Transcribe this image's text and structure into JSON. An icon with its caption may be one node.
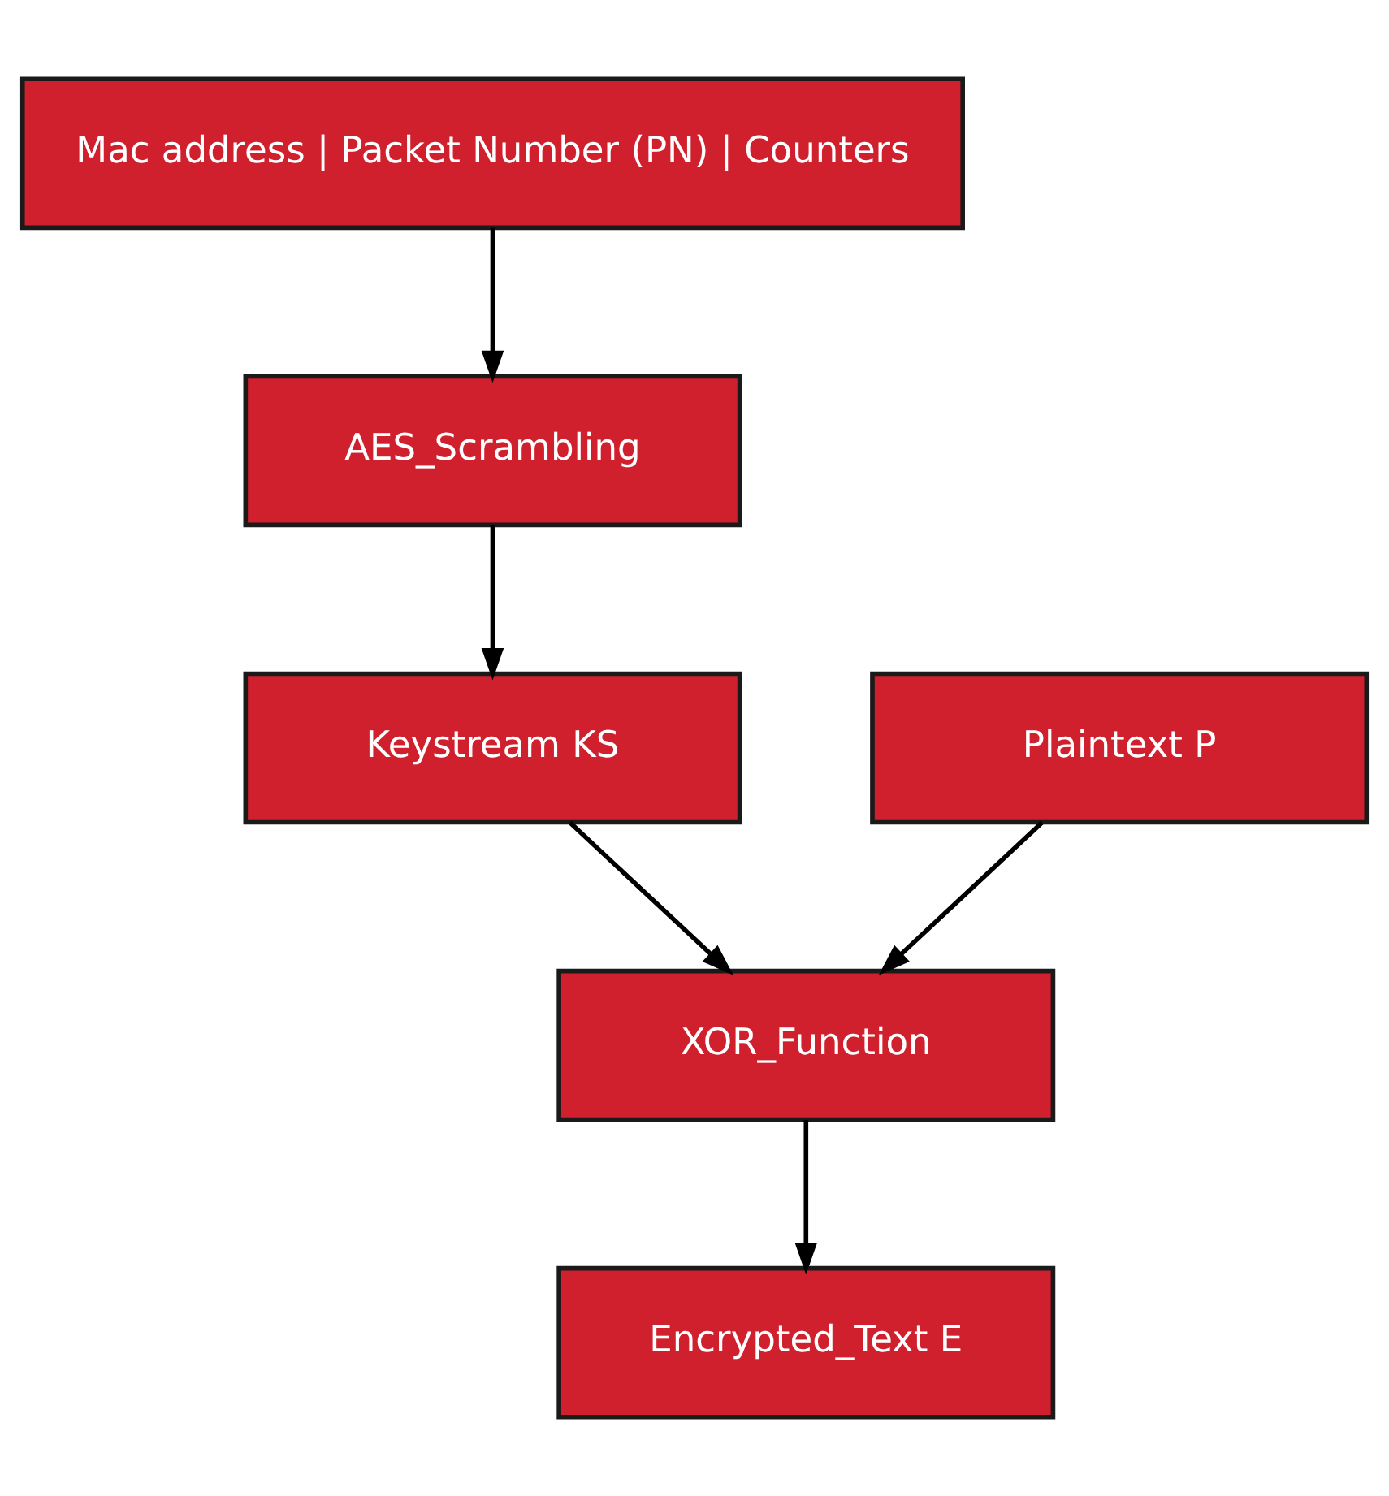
{
  "diagram": {
    "nodes": [
      {
        "text": [
          "Mac address | Packet Number (PN) | Counters"
        ]
      },
      {
        "text": [
          "AES_Scrambling"
        ]
      },
      {
        "text": [
          "Plaintext P"
        ]
      },
      {
        "text": [
          "Keystream KS"
        ]
      },
      {
        "text": [
          "XOR_Function"
        ]
      },
      {
        "text": [
          "Encrypted_Text E"
        ]
      }
    ],
    "edges": [
      {
        "from": 0,
        "to": 1,
        "arrow": "to"
      },
      {
        "from": 1,
        "to": 3,
        "arrow": "to"
      },
      {
        "from": 2,
        "to": 4,
        "arrow": "to"
      },
      {
        "from": 3,
        "to": 4,
        "arrow": "to"
      },
      {
        "from": 4,
        "to": 5,
        "arrow": "to"
      }
    ]
  }
}
